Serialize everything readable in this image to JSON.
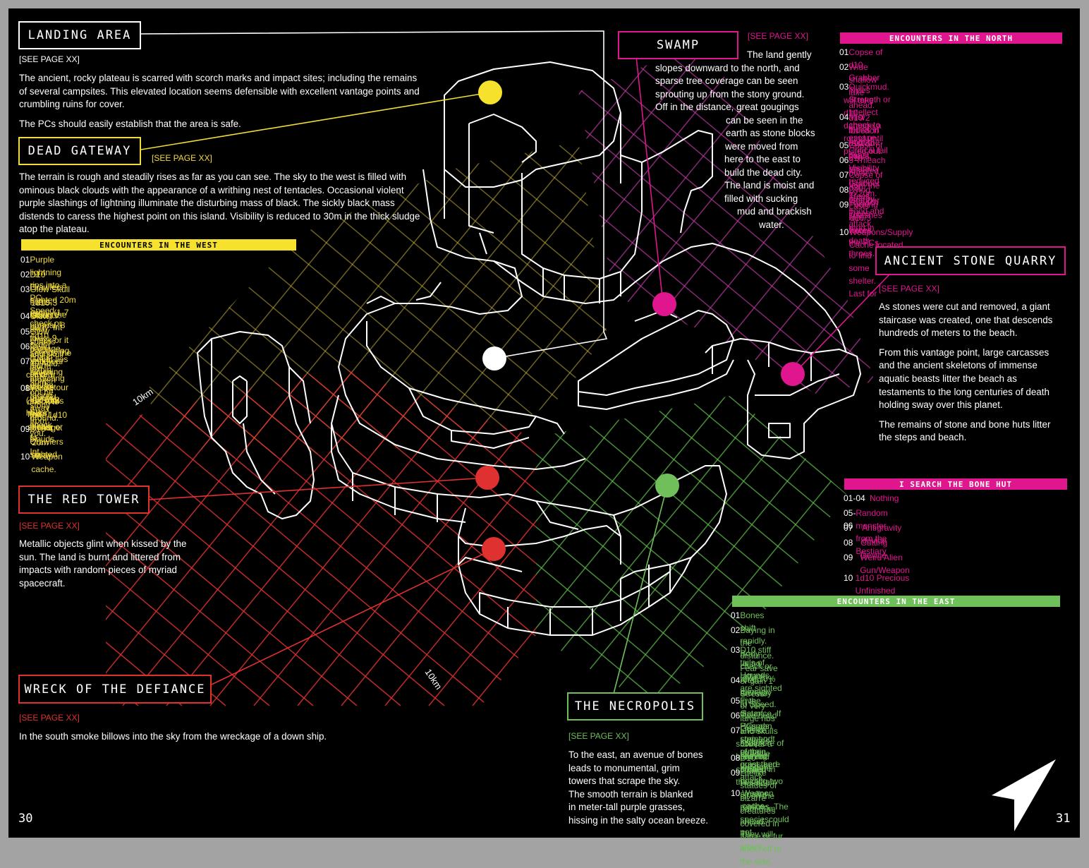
{
  "page_numbers": {
    "left": "30",
    "right": "31"
  },
  "scale_labels": {
    "west": "10km",
    "south": "10km"
  },
  "see_page": "[SEE PAGE XX]",
  "locations": {
    "landing_area": {
      "title": "LANDING AREA",
      "ref": "[SEE PAGE XX]",
      "paragraphs": [
        "The ancient, rocky plateau is scarred with scorch marks and impact sites; including the remains of several campsites.  This elevated location seems defensible with excellent vantage points and crumbling ruins for cover.",
        "The PCs should easily establish that the area is safe."
      ]
    },
    "dead_gateway": {
      "title": "DEAD GATEWAY",
      "ref": "[SEE PAGE XX]",
      "paragraphs": [
        "The terrain is rough and steadily rises as far as you can see. The sky to the west is filled with ominous black clouds with the appearance of a writhing nest of tentacles. Occasional violent purple slashings of lightning illuminate the disturbing mass of black. The sickly black mass distends to caress the highest point on this island. Visibility is reduced to 30m in the thick sludge atop the plateau."
      ]
    },
    "swamp": {
      "title": "SWAMP",
      "ref": "[SEE PAGE XX]",
      "lines": [
        "The land gently",
        "slopes downward to the north, and",
        "sparse tree coverage can be seen",
        "sprouting up from the stony ground.",
        "Off in the distance, great gougings",
        "can be seen in the",
        "earth as stone blocks",
        "were moved from",
        "here to the east to",
        "build the dead city.",
        "The land is moist and",
        "filled with sucking",
        "mud and brackish",
        "water."
      ]
    },
    "quarry": {
      "title": "ANCIENT STONE QUARRY",
      "ref": "[SEE PAGE XX]",
      "paragraphs": [
        "As stones were cut and removed, a giant staircase was created, one that descends hundreds of meters to the beach.",
        "From this vantage point, large carcasses and the ancient skeletons of immense aquatic beasts litter the beach as testaments to the long centuries of death holding sway over this planet.",
        "The remains of stone and bone huts litter the steps and beach."
      ]
    },
    "red_tower": {
      "title": "THE RED TOWER",
      "ref": "[SEE PAGE XX]",
      "paragraphs": [
        "Metallic objects glint when kissed by the sun. The land is burnt and littered from impacts with random pieces of myriad spacecraft."
      ]
    },
    "wreck": {
      "title": "WRECK OF THE DEFIANCE",
      "ref": "[SEE PAGE XX]",
      "paragraphs": [
        "In the south smoke billows into the sky from the wreckage of a down ship."
      ]
    },
    "necropolis": {
      "title": "THE NECROPOLIS",
      "ref": "[SEE PAGE XX]",
      "lines": [
        "To the east, an avenue of bones",
        "leads to monumental, grim",
        "towers that scrape the sky.",
        "The smooth terrain is blanked",
        "in meter-tall purple grasses,",
        "hissing in the salty ocean breeze."
      ]
    }
  },
  "tables": {
    "west": {
      "title": "ENCOUNTERS IN THE WEST",
      "rows": [
        {
          "n": "01",
          "text": [
            "Purple lightning rips into a PC. Speed check or 4d10 damage and Fear save."
          ]
        },
        {
          "n": "02",
          "text": [
            "D10 Crawlers sighted 20m away. (1-7 normal, 8 toxic, 9 Paralysing, 10 Acid."
          ]
        },
        {
          "n": "03",
          "text": [
            "Glow Skull floats, facing the party. Int check or it sounds the alarm attracting",
            "1d10-3 Gaunts."
          ]
        },
        {
          "n": "04",
          "text": [
            "Glow skull shards and skull lay broken ont he stony ground."
          ]
        },
        {
          "n": "05",
          "text": [
            "Glow skull floats within 30m, facing away from you."
          ]
        },
        {
          "n": "06",
          "text": [
            "Dead Gaunt lies twitching on the ground."
          ]
        },
        {
          "n": "07",
          "text": [
            "Valley or cliff blocks the way. Str check to",
            "climb or take detour (+1d10/2 hours)"
          ]
        },
        {
          "n": "08",
          "text": [
            "Yellow hail rains from black clouds. Int.",
            "check to find shelter or",
            "take 1d10 damage."
          ]
        },
        {
          "n": "09",
          "text": [
            "D10-4 Crawlers sighted",
            "20m away."
          ]
        },
        {
          "n": "10",
          "text": [
            "Weapon cache."
          ]
        }
      ]
    },
    "north": {
      "title": "ENCOUNTERS IN THE NORTH",
      "rows": [
        {
          "n": "01",
          "text": [
            "Copse of d10 Grabber Trees"
          ]
        },
        {
          "n": "02",
          "text": [
            "Wide shallow lake ahead. d10/2 Trileach rest on the shore."
          ]
        },
        {
          "n": "03",
          "text": [
            "Quickmud. Strength or Intellect check to escape. Critical fail",
            "will take d10 damage a round until pulled out."
          ]
        },
        {
          "n": "04",
          "text": [
            "Mist blows in from the coast. Visibility reduced to 20m. Lasts",
            "for d10/3 hours."
          ]
        },
        {
          "n": "05",
          "text": [
            "Copse of d10 Infected Grabber Trees."
          ]
        },
        {
          "n": "06",
          "text": [
            "3 Trileach burst from the nearby pond and attack."
          ]
        },
        {
          "n": "07",
          "text": [
            "Copse of d30 Grabber Trees"
          ]
        },
        {
          "n": "08",
          "text": [
            "Dying Trileach splashes mud in death throes."
          ]
        },
        {
          "n": "09",
          "text": [
            "Pouring rain forces the PCs to find some shelter. Last for",
            "d10/3 hours."
          ]
        },
        {
          "n": "10",
          "text": [
            "Weapons/Supply Cache located."
          ]
        }
      ]
    },
    "bone_hut": {
      "title": "I SEARCH THE BONE HUT",
      "rows": [
        {
          "n": "01-04",
          "text": [
            "Nothing"
          ]
        },
        {
          "n": "05-06",
          "text": [
            "Random monster from the Bestiary"
          ]
        },
        {
          "n": "07",
          "text": [
            "Antigravity device"
          ]
        },
        {
          "n": "08",
          "text": [
            "Cutting Device"
          ]
        },
        {
          "n": "09",
          "text": [
            "Weird Alien Gun/Weapon"
          ]
        },
        {
          "n": "10",
          "text": [
            "1d10 Precious Unfinished Gems"
          ]
        }
      ]
    },
    "east": {
      "title": "ENCOUNTERS IN THE EAST",
      "rows": [
        {
          "n": "01",
          "text": [
            "Bones shift rapidly. Body check or take 10% damage to Speed."
          ]
        },
        {
          "n": "02",
          "text": [
            "Baying in the distance. Fear save or gain 1 Stress."
          ]
        },
        {
          "n": "03",
          "text": [
            "D10 stiff tails of Hounds are sighted in the distance. If PCs can stop and remain quiet there",
            "is no attack."
          ]
        },
        {
          "n": "04",
          "text": [
            "A tall archway of very large ribs and skulls covers a path of bones."
          ]
        },
        {
          "n": "05",
          "text": [
            "Five Gaunt Hounds sprint out of the grass and attack."
          ]
        },
        {
          "n": "06",
          "text": [
            "Two dead Gaunt Hounds straddle the path."
          ]
        },
        {
          "n": "07",
          "text": [
            "Lifelike sculpture of flaming creature holding two smaller replicas. The speciescould not",
            "sruvive here and calcified in the salt air."
          ]
        },
        {
          "n": "08",
          "text": [
            "D10 Gaunt Hounds sit on the path 80m ahead. They will attack."
          ]
        },
        {
          "n": "09",
          "text": [
            "Lifelike statues of bizarre creatures covered in flame or fur kneel off to the side."
          ]
        },
        {
          "n": "10",
          "text": [
            "Weapon cache."
          ]
        }
      ]
    }
  },
  "colors": {
    "yellow": "#f2dc39",
    "magenta": "#e0168e",
    "red": "#e03131",
    "green": "#6fc05a",
    "white": "#ffffff"
  },
  "icons": {
    "compass": "north-arrow-icon"
  }
}
